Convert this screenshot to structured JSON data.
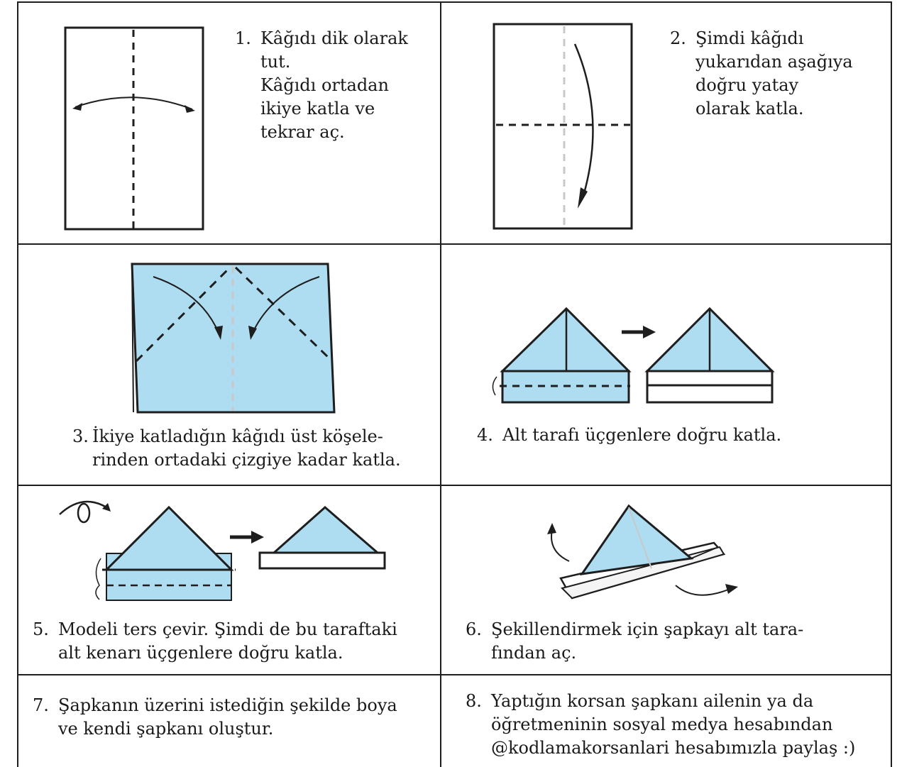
{
  "steps": [
    {
      "number": "1.",
      "lines": [
        "Kâğıdı dik olarak",
        "tut.",
        "Kâğıdı ortadan",
        "ikiye katla ve",
        "tekrar aç."
      ]
    },
    {
      "number": "2.",
      "lines": [
        "Şimdi kâğıdı",
        "yukarıdan aşağıya",
        "doğru yatay",
        "olarak katla."
      ]
    },
    {
      "number": "3.",
      "lines": [
        "İkiye katladığın kâğıdı üst köşele-",
        "rinden ortadaki çizgiye kadar katla."
      ]
    },
    {
      "number": "4.",
      "lines": [
        "Alt tarafı üçgenlere doğru katla."
      ]
    },
    {
      "number": "5.",
      "lines": [
        "Modeli ters çevir. Şimdi de bu taraftaki",
        "alt kenarı üçgenlere doğru katla."
      ]
    },
    {
      "number": "6.",
      "lines": [
        "Şekillendirmek için şapkayı alt tara-",
        "fından aç."
      ]
    },
    {
      "number": "7.",
      "lines": [
        "Şapkanın üzerini istediğin şekilde boya",
        "ve kendi şapkanı oluştur."
      ]
    },
    {
      "number": "8.",
      "lines": [
        "Yaptığın korsan şapkanı ailenin ya da",
        "öğretmeninin sosyal medya hesabından",
        "@kodlamakorsanlari hesabımızla paylaş :)"
      ]
    }
  ],
  "colors": {
    "paper_blue": "#aedcf1",
    "line": "#1e1e1e",
    "fold_gray": "#c8c8c8"
  }
}
